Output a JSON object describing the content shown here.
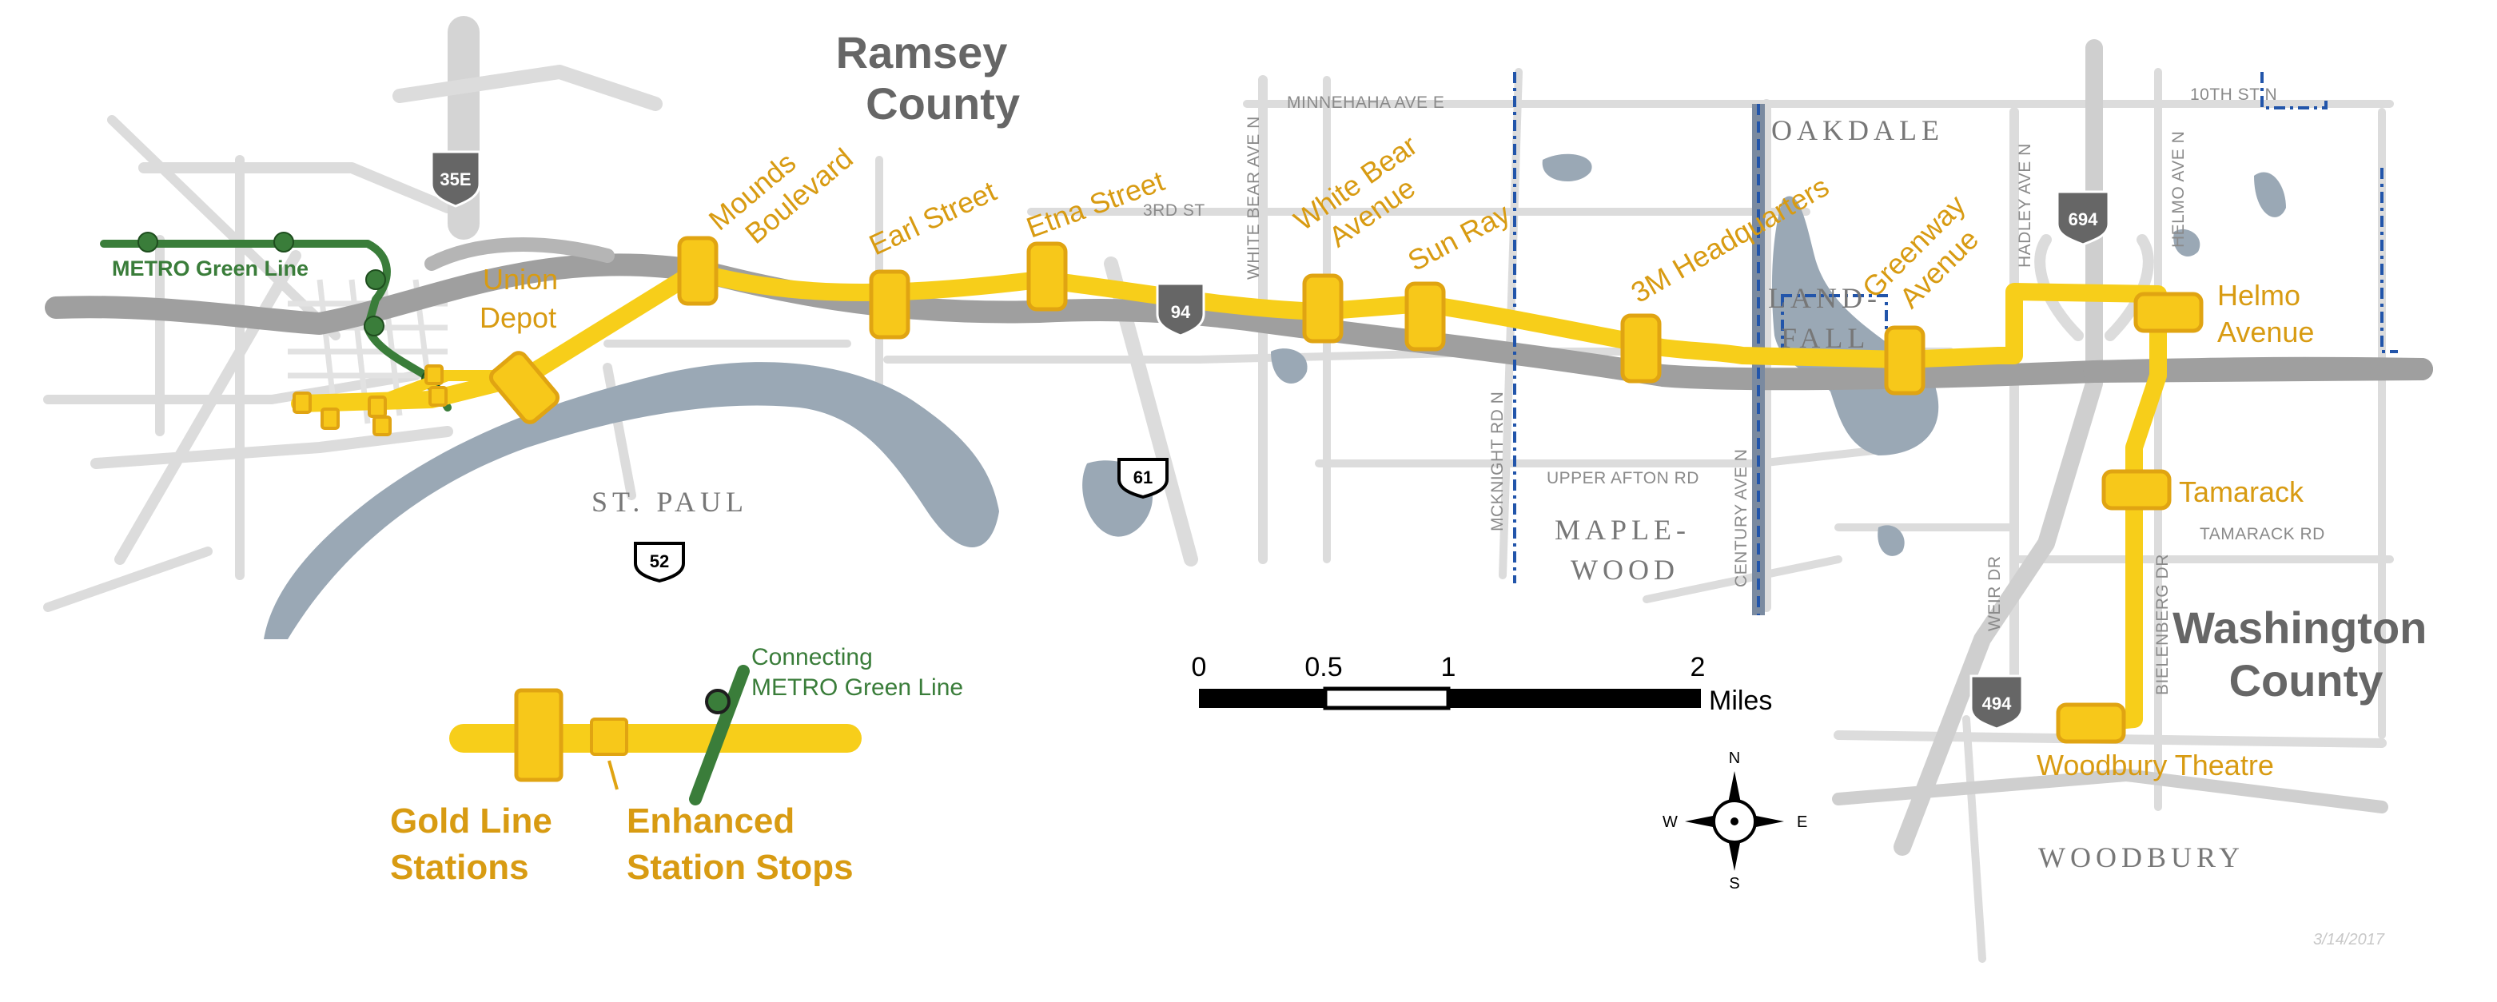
{
  "counties": {
    "ramsey": "Ramsey\nCounty",
    "washington": "Washington\nCounty"
  },
  "cities": {
    "st_paul": "ST. PAUL",
    "oakdale": "OAKDALE",
    "landfall": "LAND-\nFALL",
    "maplewood": "MAPLE-\nWOOD",
    "woodbury": "WOODBURY"
  },
  "roads": {
    "minnehaha": "MINNEHAHA AVE E",
    "third_st": "3RD ST",
    "white_bear_ave": "WHITE BEAR AVE N",
    "mcknight": "MCKNIGHT RD N",
    "upper_afton": "UPPER AFTON RD",
    "century": "CENTURY AVE N",
    "tenth_st": "10TH ST N",
    "hadley": "HADLEY AVE N",
    "helmo": "HELMO AVE N",
    "weir": "WEIR DR",
    "bielenberg": "BIELENBERG DR",
    "tamarack_rd": "TAMARACK RD"
  },
  "shields": {
    "i35e": "35E",
    "i94": "94",
    "i694": "694",
    "i494": "494",
    "us61": "61",
    "us52": "52"
  },
  "green_line_label": "METRO Green Line",
  "stations": {
    "union_depot": "Union\nDepot",
    "mounds": "Mounds\nBoulevard",
    "earl": "Earl Street",
    "etna": "Etna Street",
    "white_bear": "White Bear\nAvenue",
    "sun_ray": "Sun Ray",
    "threem": "3M Headquarters",
    "greenway": "Greenway\nAvenue",
    "helmo": "Helmo\nAvenue",
    "tamarack": "Tamarack",
    "woodbury_theatre": "Woodbury Theatre"
  },
  "legend": {
    "gold_line_stations": "Gold Line\nStations",
    "enhanced_stops": "Enhanced\nStation Stops",
    "connecting": "Connecting\nMETRO Green Line"
  },
  "scale": {
    "ticks": [
      "0",
      "0.5",
      "1",
      "2"
    ],
    "unit": "Miles"
  },
  "compass": {
    "n": "N",
    "s": "S",
    "e": "E",
    "w": "W"
  },
  "date": "3/14/2017",
  "colors": {
    "gold": "#f7ce1a",
    "gold_stroke": "#e0a412",
    "gold_label": "#d89b12",
    "green": "#3a7d3a",
    "water": "#9aa8b5",
    "roads": "#dcdcdc",
    "interstate": "#9a9a9a",
    "boundary": "#2255aa"
  }
}
